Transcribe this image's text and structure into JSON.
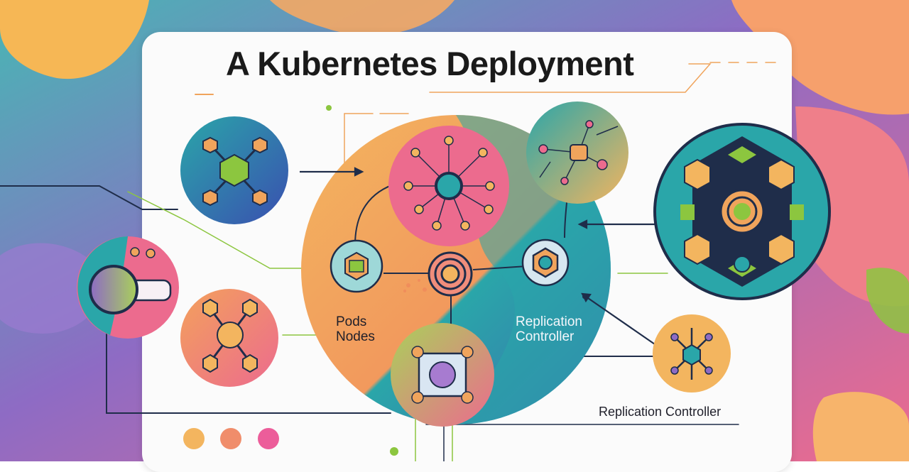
{
  "title": "A Kubernetes Deployment",
  "labels": {
    "pods": "Pods",
    "nodes": "Nodes",
    "replication_line1": "Replication",
    "replication_line2": "Controller",
    "replication_bottom": "Replication Controller"
  },
  "colors": {
    "teal": "#2aa6a9",
    "blue": "#3a6fb0",
    "orange": "#f0a45c",
    "pink": "#ec6b8e",
    "navy": "#1f2d4a",
    "green": "#8cc63f",
    "purple": "#8e6bc4"
  }
}
